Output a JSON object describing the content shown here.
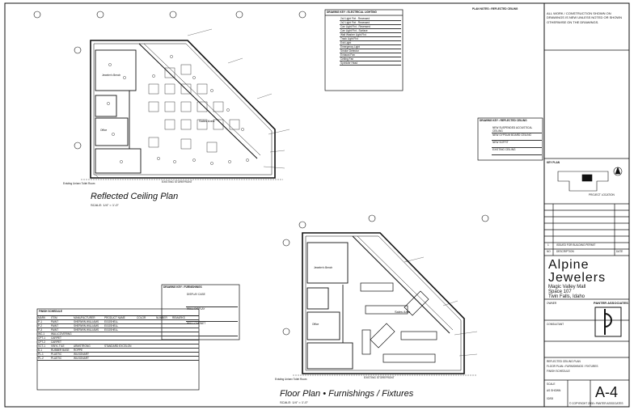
{
  "drawing": {
    "rcp_title": "Reflected Ceiling Plan",
    "rcp_scale": "SCALE: 1/4\" = 1'-0\"",
    "floor_title": "Floor Plan • Furnishings / Fixtures",
    "floor_scale": "SCALE: 1/4\" = 1'-0\"",
    "sales_area_1": "Sales Area",
    "sales_area_2": "Sales Area",
    "jewelers_bench_1": "Jeweler's Bench",
    "jewelers_bench_2": "Jeweler's Bench",
    "office_1": "Office",
    "office_2": "Office",
    "existing_toilet_1": "Existing Unisex Toilet Room",
    "existing_toilet_2": "Existing Unisex Toilet Room",
    "existing_storefront_1": "EXISTING STOREFRONT",
    "existing_storefront_2": "EXISTING STOREFRONT"
  },
  "legends": {
    "electrical_title": "DRAWING KEY • ELECTRICAL LIGHTING",
    "electrical_items": [
      "2x4 Light Fixt - Recessed",
      "2x2 Light Fixt - Recessed",
      "Can Light Fixt - Recessed",
      "Can Light Fixt - Surface",
      "Wall Washer Light Fixt",
      "Track Light Fixt",
      "Exit Light",
      "Emergency Light",
      "Smoke Detector",
      "Exhaust Fan",
      "Ceiling Fan",
      "Sprinkler Head"
    ],
    "plan_notes_title": "PLAN NOTES • REFLECTED CEILING",
    "general_note": "ALL WORK / CONSTRUCTION SHOWN ON DRAWINGS IS NEW UNLESS NOTED OR SHOWN OTHERWISE ON THE DRAWINGS.",
    "ceiling_key_title": "DRAWING KEY • REFLECTED CEILING",
    "ceiling_items": [
      "NEW SUSPENDED ACOUSTICAL CEILING",
      "NEW GYPSUM BOARD CEILING",
      "NEW SOFFIT",
      "EXISTING CEILING"
    ],
    "floor_key_title": "DRAWING KEY • FURNISHINGS",
    "floor_items": [
      "DISPLAY CASE",
      "WALL DISPLAY",
      "WALL CABINET"
    ],
    "finish_title": "FINISH SCHEDULE",
    "finish_headers": [
      "MARK",
      "ITEM",
      "MANUFACTURER",
      "PRODUCT NAME",
      "COLOR",
      "NUMBER",
      "REMARKS"
    ],
    "finish_rows": [
      [
        "P-1",
        "PAINT",
        "SHERWIN WILLIAMS",
        "EGGSHELL",
        "",
        "",
        ""
      ],
      [
        "P-2",
        "PAINT",
        "SHERWIN WILLIAMS",
        "EGGSHELL",
        "",
        "",
        ""
      ],
      [
        "P-3",
        "PAINT",
        "SHERWIN WILLIAMS",
        "EGGSHELL",
        "",
        "",
        ""
      ],
      [
        "WC-1",
        "WALLCOVERING",
        "",
        "",
        "",
        "",
        ""
      ],
      [
        "CPT-1",
        "CARPET",
        "",
        "",
        "",
        "",
        ""
      ],
      [
        "CPT-2",
        "CARPET",
        "",
        "",
        "",
        "",
        ""
      ],
      [
        "VCT-1",
        "VINYL TILE",
        "ARMSTRONG",
        "STANDARD EXCELON",
        "",
        "",
        ""
      ],
      [
        "B-1",
        "RUBBER BASE",
        "ROPPE",
        "",
        "",
        "",
        ""
      ],
      [
        "PL-1",
        "PLASTIC LAMINATE",
        "WILSONART",
        "",
        "",
        "",
        ""
      ],
      [
        "PL-2",
        "PLASTIC LAMINATE",
        "WILSONART",
        "",
        "",
        "",
        ""
      ]
    ]
  },
  "key_plan": {
    "title": "KEY PLAN",
    "project_label": "PROJECT LOCATION"
  },
  "title_block": {
    "revisions": [
      {
        "no": "1",
        "description": "ISSUED FOR BUILDING PERMIT",
        "date": ""
      }
    ],
    "rev_header_no": "NO",
    "rev_header_desc": "DESCRIPTION",
    "rev_header_date": "DATE",
    "project_line1": "Alpine",
    "project_line2": "Jewelers",
    "project_line3": "Magic Valley Mall",
    "project_line4": "Space 107",
    "project_line5": "Twin Falls, Idaho",
    "owner_label": "OWNER",
    "architect": "PANTER ASSOCIATES",
    "consultant_label": "CONSULTANT",
    "sheet_desc1": "REFLECTED CEILING PLAN",
    "sheet_desc2": "FLOOR PLAN • FURNISHINGS / FIXTURES",
    "sheet_desc3": "FINISH SCHEDULE",
    "scale_label": "SCALE",
    "scale_value": "AS SHOWN",
    "date_value": "02/08",
    "sheet_number": "A-4",
    "copyright": "© COPYRIGHT 2008 • PANTER ASSOCIATES"
  }
}
